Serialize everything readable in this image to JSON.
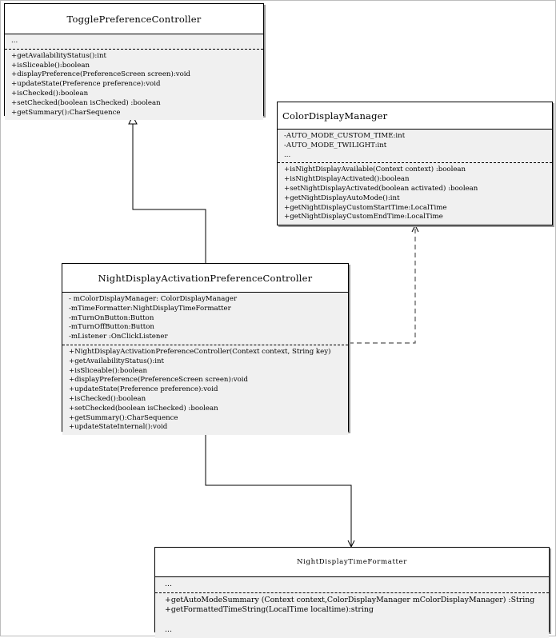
{
  "classes": {
    "toggle": {
      "name": "TogglePreferenceController",
      "attributes": [
        "..."
      ],
      "operations": [
        "+getAvailabilityStatus():int",
        "+isSliceable():boolean",
        "+displayPreference(PreferenceScreen screen):void",
        "+updateState(Preference preference):void",
        "+isChecked():boolean",
        "+setChecked(boolean isChecked) :boolean",
        "+getSummary():CharSequence"
      ]
    },
    "color": {
      "name": "ColorDisplayManager",
      "attributes": [
        "-AUTO_MODE_CUSTOM_TIME:int",
        "-AUTO_MODE_TWILIGHT:int",
        "..."
      ],
      "operations": [
        "+isNightDisplayAvailable(Context context) :boolean",
        "+isNightDisplayActivated():boolean",
        "+setNightDisplayActivated(boolean activated) :boolean",
        "+getNightDisplayAutoMode():int",
        "+getNightDisplayCustomStartTime:LocalTime",
        "+getNightDisplayCustomEndTime:LocalTime"
      ]
    },
    "night": {
      "name": "NightDisplayActivationPreferenceController",
      "attributes": [
        "- mColorDisplayManager: ColorDisplayManager",
        "-mTimeFormatter:NightDisplayTimeFormatter",
        "-mTurnOnButton:Button",
        "-mTurnOffButton:Button",
        "-mListener :OnClickListener"
      ],
      "operations": [
        "+NightDisplayActivationPreferenceController(Context context, String key)",
        "+getAvailabilityStatus():int",
        "+isSliceable():boolean",
        "+displayPreference(PreferenceScreen screen):void",
        "+updateState(Preference preference):void",
        "+isChecked():boolean",
        "+setChecked(boolean isChecked) :boolean",
        "+getSummary():CharSequence",
        "+updateStateInternal():void"
      ]
    },
    "formatter": {
      "name": "NightDisplayTimeFormatter",
      "attributes": [
        "..."
      ],
      "operations": [
        "+getAutoModeSummary (Context context,ColorDisplayManager mColorDisplayManager) :String",
        "+getFormattedTimeString(LocalTime localtime):string",
        "",
        "..."
      ]
    }
  },
  "relations": [
    {
      "type": "generalization",
      "from": "NightDisplayActivationPreferenceController",
      "to": "TogglePreferenceController"
    },
    {
      "type": "dependency",
      "from": "NightDisplayActivationPreferenceController",
      "to": "ColorDisplayManager"
    },
    {
      "type": "association",
      "from": "NightDisplayActivationPreferenceController",
      "to": "NightDisplayTimeFormatter"
    }
  ]
}
